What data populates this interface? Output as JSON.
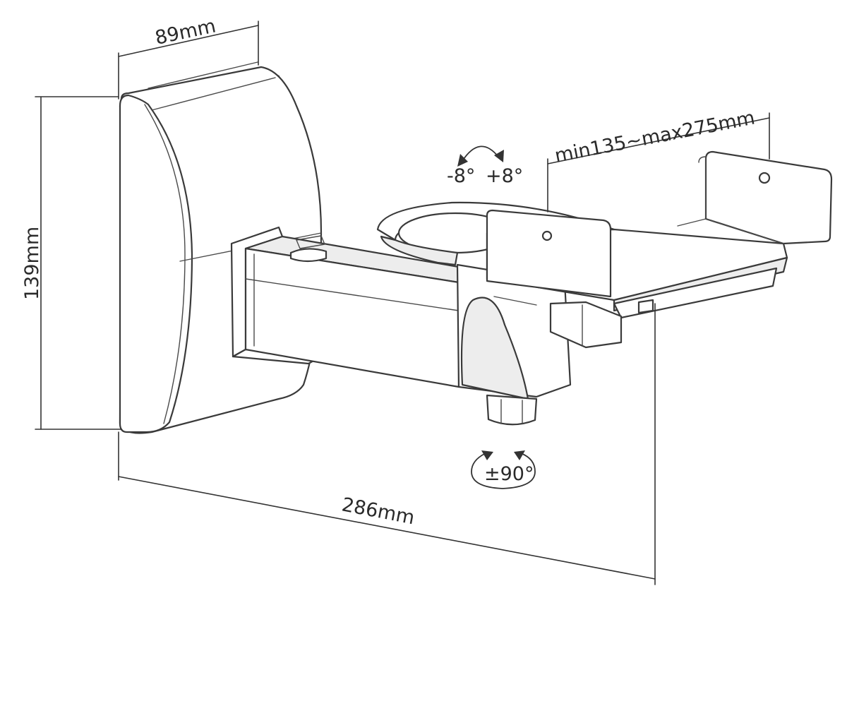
{
  "dimensions": {
    "depth": "89mm",
    "height": "139mm",
    "extension": "min135~max275mm",
    "total_length": "286mm"
  },
  "rotations": {
    "tilt_minus": "-8°",
    "tilt_plus": "+8°",
    "swivel": "±90°"
  },
  "colors": {
    "line": "#3a3a3a",
    "background": "#ffffff"
  }
}
